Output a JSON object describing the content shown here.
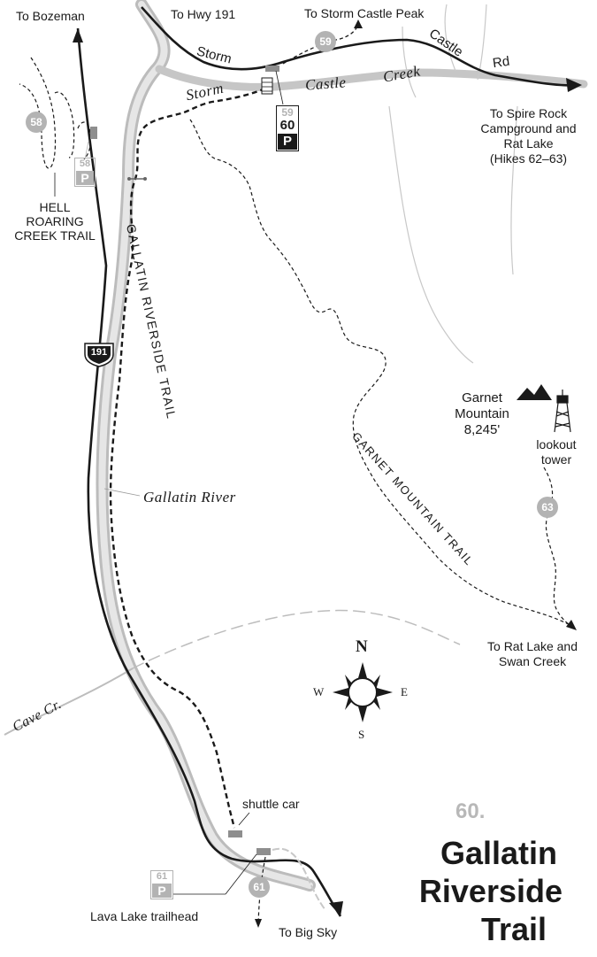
{
  "labels": {
    "to_bozeman": "To Bozeman",
    "to_hwy_191": "To Hwy 191",
    "to_storm_castle_peak": "To Storm Castle Peak",
    "road_storm": "Storm",
    "road_castle": "Castle",
    "road_rd": "Rd",
    "creek_storm": "Storm",
    "creek_castle": "Castle",
    "creek_creek": "Creek",
    "to_spire_rock_1": "To Spire Rock",
    "to_spire_rock_2": "Campground and",
    "to_spire_rock_3": "Rat Lake",
    "to_spire_rock_4": "(Hikes 62–63)",
    "hell_roaring_1": "HELL",
    "hell_roaring_2": "ROARING",
    "hell_roaring_3": "CREEK TRAIL",
    "highway_shield": "191",
    "gallatin_riverside_trail_label": "GALLATIN RIVERSIDE TRAIL",
    "gallatin_river": "Gallatin River",
    "garnet_mountain_1": "Garnet",
    "garnet_mountain_2": "Mountain",
    "garnet_mountain_elev": "8,245'",
    "lookout_1": "lookout",
    "lookout_2": "tower",
    "garnet_mountain_trail_label": "GARNET MOUNTAIN TRAIL",
    "to_rat_lake_1": "To Rat Lake and",
    "to_rat_lake_2": "Swan Creek",
    "cave_cr": "Cave Cr.",
    "shuttle_car": "shuttle car",
    "lava_lake_trailhead": "Lava Lake trailhead",
    "to_big_sky": "To Big Sky"
  },
  "markers": {
    "trail_58_circle": "58",
    "trail_58_parking_num": "58",
    "trail_59_circle": "59",
    "trailhead_box_59": "59",
    "trailhead_box_60": "60",
    "parking_symbol": "P",
    "trail_63_circle": "63",
    "trail_61_circle": "61",
    "trail_61_parking_num": "61"
  },
  "compass": {
    "n": "N",
    "s": "S",
    "e": "E",
    "w": "W"
  },
  "title": {
    "number": "60.",
    "line1": "Gallatin",
    "line2": "Riverside",
    "line3": "Trail"
  },
  "colors": {
    "ink": "#1a1a1a",
    "river": "#b8b8b8",
    "river_fill": "#d9d9d9",
    "marker_gray": "#b3b3b3"
  }
}
